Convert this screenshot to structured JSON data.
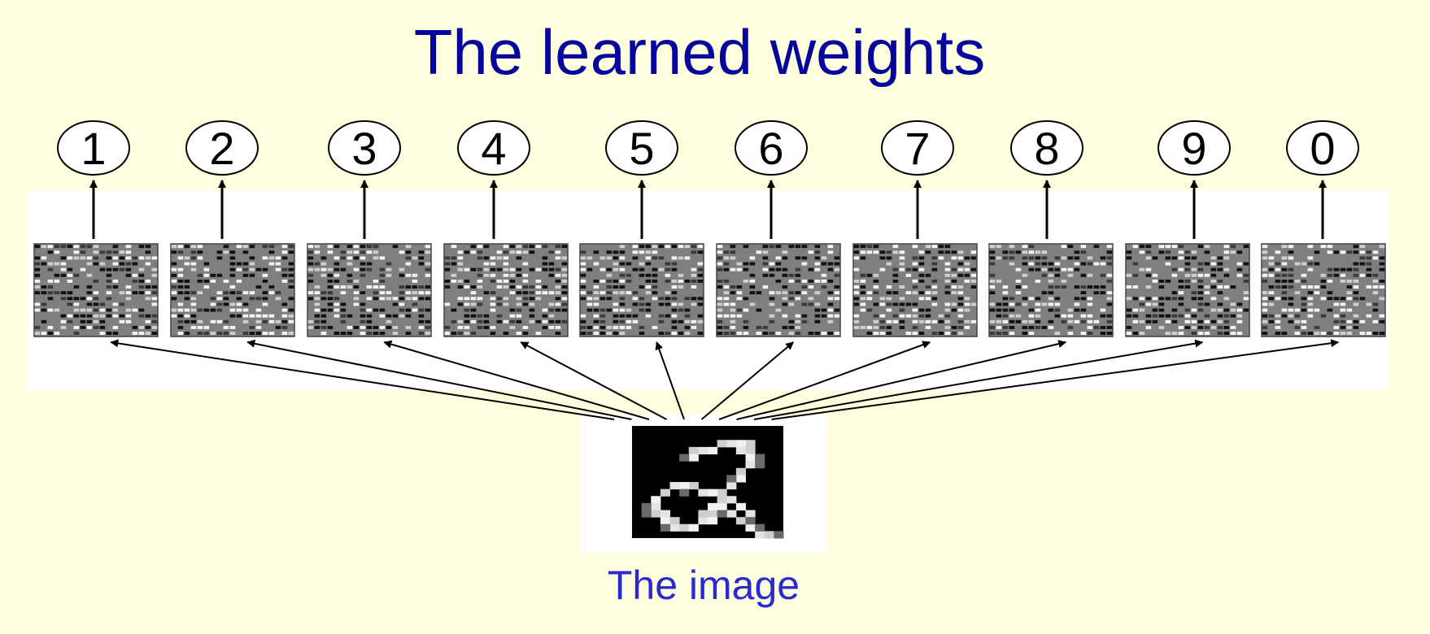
{
  "title": "The learned weights",
  "caption": "The image",
  "output_units": [
    {
      "label": "1"
    },
    {
      "label": "2"
    },
    {
      "label": "3"
    },
    {
      "label": "4"
    },
    {
      "label": "5"
    },
    {
      "label": "6"
    },
    {
      "label": "7"
    },
    {
      "label": "8"
    },
    {
      "label": "9"
    },
    {
      "label": "0"
    }
  ],
  "colors": {
    "background": "#ffffdf",
    "title": "#06069c",
    "caption": "#2a2ad0",
    "weight_mid_gray": "#7f7f7f"
  }
}
